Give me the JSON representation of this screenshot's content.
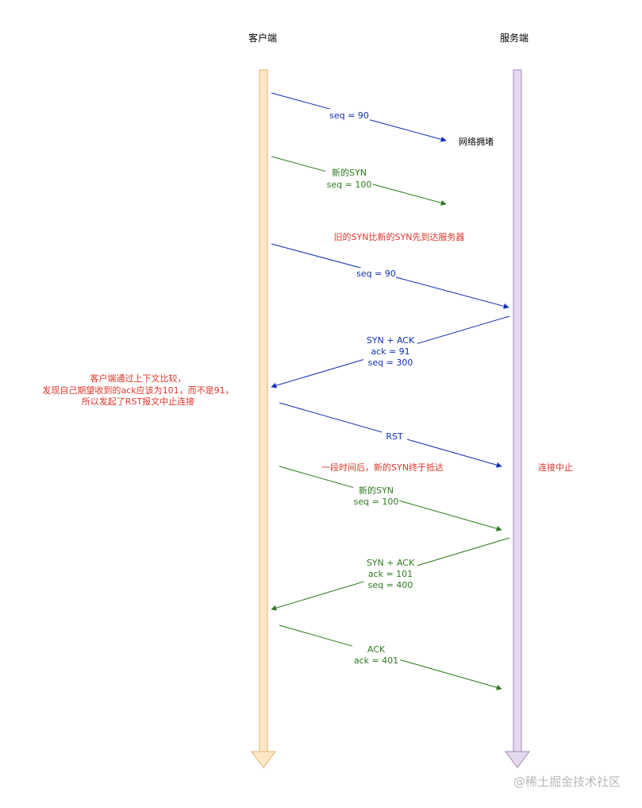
{
  "colors": {
    "client_lifeline_fill": "#fde7c6",
    "client_lifeline_stroke": "#e0b46c",
    "server_lifeline_fill": "#e6d8ef",
    "server_lifeline_stroke": "#9f8ab2",
    "blue": "#0f2fb5",
    "green": "#2d7a1e",
    "red": "#e0352b",
    "black": "#000000"
  },
  "headers": {
    "client": "客户端",
    "server": "服务端"
  },
  "messages": [
    {
      "id": "msg-seq-90-lost",
      "color": "blue",
      "lines": [
        "seq = 90"
      ]
    },
    {
      "id": "msg-syn-100-delayed",
      "color": "green",
      "lines": [
        "新的SYN",
        "seq = 100"
      ]
    },
    {
      "id": "msg-seq-90-arrives",
      "color": "blue",
      "lines": [
        "seq = 90"
      ]
    },
    {
      "id": "msg-syn-ack-91",
      "color": "blue",
      "lines": [
        "SYN + ACK",
        "ack = 91",
        "seq = 300"
      ]
    },
    {
      "id": "msg-rst",
      "color": "blue",
      "lines": [
        "RST"
      ]
    },
    {
      "id": "msg-syn-100-arrives",
      "color": "green",
      "lines": [
        "新的SYN",
        "seq = 100"
      ]
    },
    {
      "id": "msg-syn-ack-101",
      "color": "green",
      "lines": [
        "SYN + ACK",
        "ack = 101",
        "seq = 400"
      ]
    },
    {
      "id": "msg-ack-401",
      "color": "green",
      "lines": [
        "ACK",
        "ack =  401"
      ]
    }
  ],
  "notes": {
    "network_congestion": "网络拥堵",
    "old_syn_first": "旧的SYN比新的SYN先到达服务器",
    "client_check": [
      "客户端通过上下文比较，",
      "发现自己期望收到的ack应该为101，而不是91，",
      "所以发起了RST报文中止连接"
    ],
    "new_syn_arrives_later": "一段时间后，新的SYN终于抵达",
    "connection_aborted": "连接中止"
  },
  "watermark": "@稀土掘金技术社区"
}
